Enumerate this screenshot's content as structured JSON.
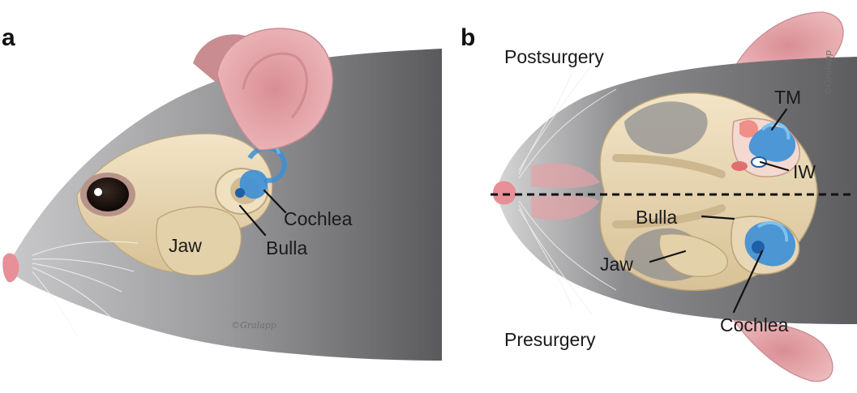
{
  "panel_a": {
    "letter": "a",
    "labels": {
      "cochlea": "Cochlea",
      "bulla": "Bulla",
      "jaw": "Jaw"
    },
    "signature": "©Gralapp"
  },
  "panel_b": {
    "letter": "b",
    "labels": {
      "postsurgery": "Postsurgery",
      "presurgery": "Presurgery",
      "tm": "TM",
      "iw": "IW",
      "bulla": "Bulla",
      "jaw": "Jaw",
      "cochlea": "Cochlea"
    },
    "signature": "©Gralapp"
  },
  "colors": {
    "fur": "#8a8a8c",
    "fur_dark": "#5f5f62",
    "bone": "#e9d8b6",
    "bone_shade": "#cdb78e",
    "ear_pink": "#e7a9ad",
    "nose_pink": "#e98f98",
    "cochlea_blue": "#3b8fd6"
  }
}
